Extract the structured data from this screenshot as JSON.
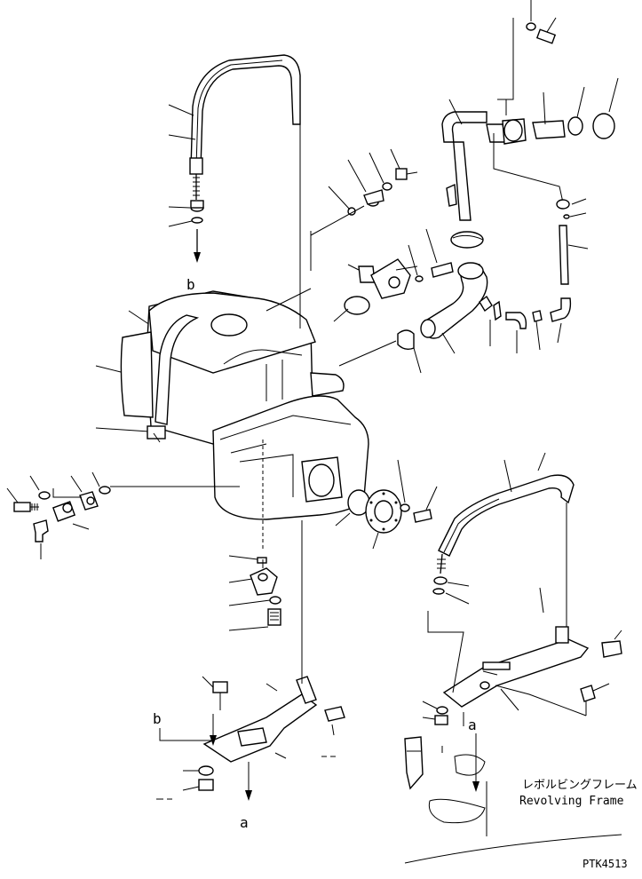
{
  "labels": {
    "b_top": "b",
    "b_bottom": "b",
    "a_bottom": "a",
    "a_right": "a",
    "frame_jp": "レボルビングフレーム",
    "frame_en": "Revolving Frame",
    "code": "PTK4513"
  },
  "colors": {
    "line": "#000000",
    "background": "#ffffff"
  }
}
